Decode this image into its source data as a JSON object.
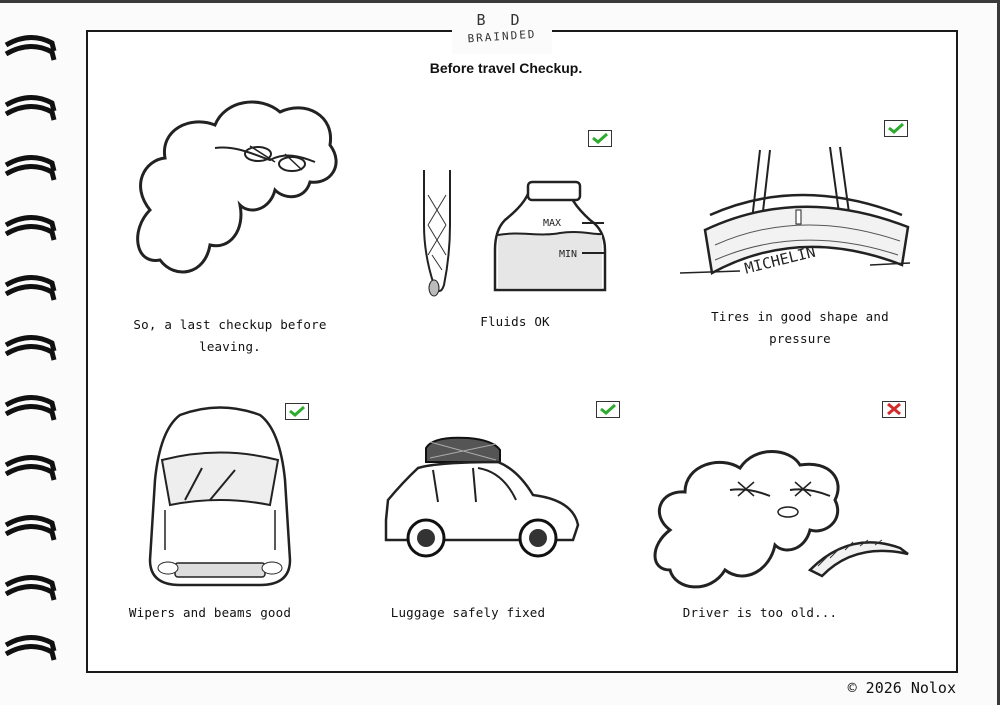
{
  "logo": {
    "initials": "B D",
    "brand": "BRAINDED"
  },
  "title": "Before travel Checkup.",
  "panels": [
    {
      "caption_line1": "So, a last checkup before",
      "caption_line2": "leaving.",
      "icon": "thinking-cloud",
      "status": ""
    },
    {
      "caption": "Fluids OK",
      "icon": "fluid-bottle",
      "status": "checked",
      "labels": {
        "max": "MAX",
        "min": "MIN"
      }
    },
    {
      "caption": "Tires in good shape and pressure",
      "icon": "tire",
      "status": "checked",
      "brand_on_tire": "MICHELIN"
    },
    {
      "caption": "Wipers and beams good",
      "icon": "car-front",
      "status": "checked"
    },
    {
      "caption": "Luggage safely fixed",
      "icon": "car-with-roof-luggage",
      "status": "checked"
    },
    {
      "caption": "Driver is too old...",
      "icon": "sleeping-cloud",
      "status": "failed"
    }
  ],
  "colors": {
    "check": "#2eaa2e",
    "cross": "#d42b2b",
    "ink": "#1a1a1a"
  },
  "copyright": "© 2026 Nolox"
}
